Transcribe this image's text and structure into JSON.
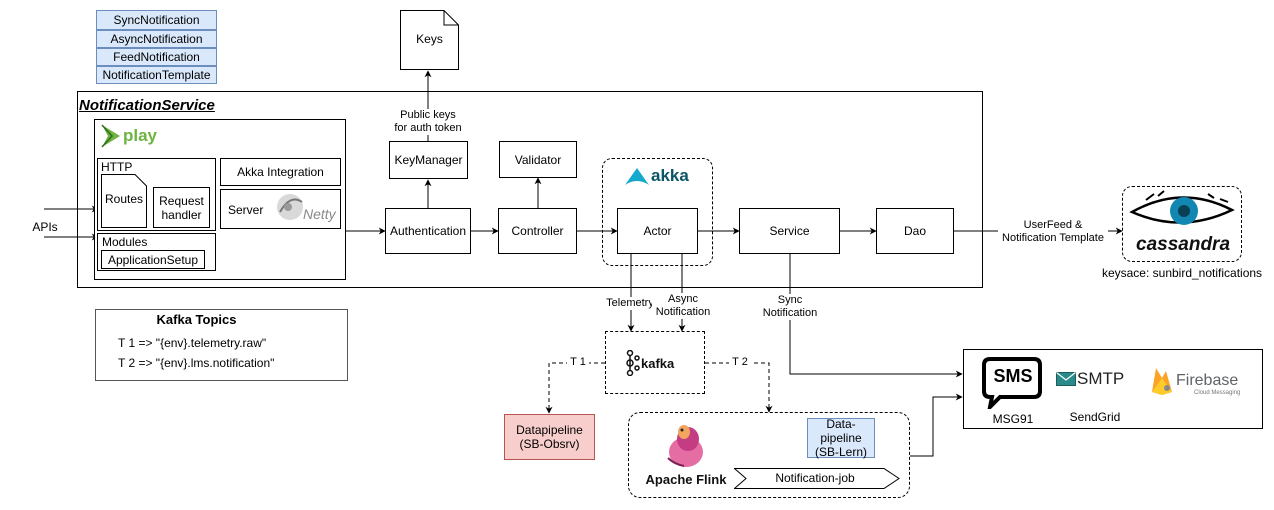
{
  "models": [
    "SyncNotification",
    "AsyncNotification",
    "FeedNotification",
    "NotificationTemplate"
  ],
  "keys_label": "Keys",
  "public_keys_label": "Public keys\nfor auth token",
  "service_title": "NotificationService",
  "play_logo": "play",
  "http_label": "HTTP",
  "routes_label": "Routes",
  "request_handler_label": "Request\nhandler",
  "akka_integration_label": "Akka Integration",
  "server_label": "Server",
  "netty_logo": "Netty",
  "modules_label": "Modules",
  "application_setup_label": "ApplicationSetup",
  "apis_label": "APIs",
  "key_manager_label": "KeyManager",
  "validator_label": "Validator",
  "authentication_label": "Authentication",
  "controller_label": "Controller",
  "akka_logo": "akka",
  "actor_label": "Actor",
  "service_label": "Service",
  "dao_label": "Dao",
  "userfeed_label": "UserFeed &\nNotification Template",
  "cassandra_logo": "cassandra",
  "keyspace_label": "keysace: sunbird_notifications",
  "telemetry_label": "Telemetry",
  "async_label": "Async\nNotification",
  "sync_label": "Sync\nNotification",
  "kafka_topics_title": "Kafka Topics",
  "kafka_topics": [
    "T 1 => \"{env}.telemetry.raw\"",
    "T 2 => \"{env}.lms.notification\""
  ],
  "kafka_logo": "kafka",
  "t1_label": "T 1",
  "t2_label": "T 2",
  "datapipeline_obsrv_label": "Datapipeline\n(SB-Obsrv)",
  "apache_flink_label": "Apache Flink",
  "datapipeline_lern_label": "Data-pipeline\n(SB-Lern)",
  "notification_job_label": "Notification-job",
  "sms_logo": "SMS",
  "msg91_label": "MSG91",
  "smtp_logo": "SMTP",
  "sendgrid_label": "SendGrid",
  "firebase_logo": "Firebase",
  "firebase_sub": "Cloud Messaging",
  "colors": {
    "model_fill": "#dae8fc",
    "model_border": "#6c8ebf",
    "obsrv_fill": "#f8cecc",
    "obsrv_border": "#b85450",
    "play_green": "#6db33f",
    "akka_blue": "#15a9ce",
    "cassandra_blue": "#1287b1"
  }
}
